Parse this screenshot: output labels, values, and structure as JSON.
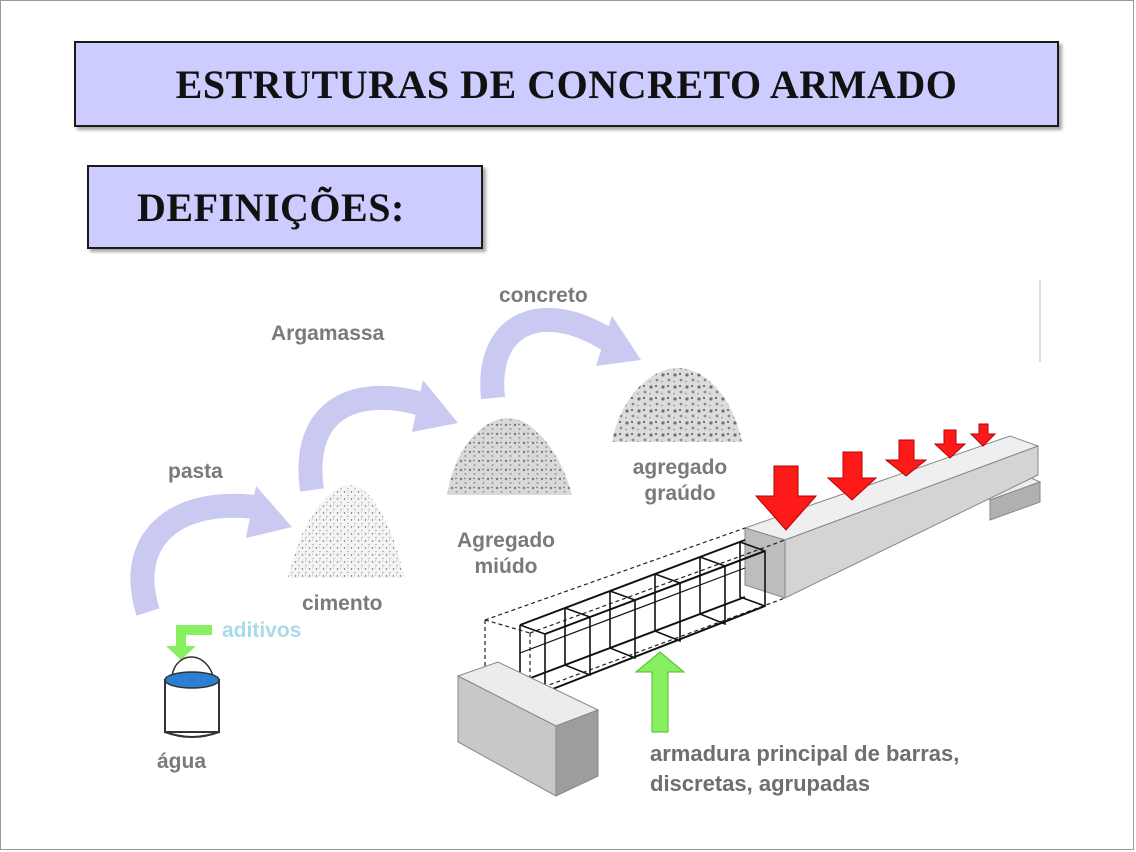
{
  "title": "ESTRUTURAS DE CONCRETO ARMADO",
  "subtitle": "DEFINIÇÕES:",
  "diagram": {
    "labels": {
      "concreto": "concreto",
      "argamassa": "Argamassa",
      "pasta": "pasta",
      "aditivos": "aditivos",
      "agua": "água",
      "cimento": "cimento",
      "agregado_miudo": [
        "Agregado",
        "miúdo"
      ],
      "agregado_graudo": [
        "agregado",
        "graúdo"
      ],
      "armadura": [
        "armadura principal de barras,",
        "discretas, agrupadas"
      ]
    },
    "colors": {
      "flow_arrow": "#c9c9f2",
      "load_arrow": "#ff1a1a",
      "reinforcement_arrow": "#88f060",
      "aditivos_arrow": "#88f060",
      "label_gray": "#7a7a7a",
      "aditivos_text": "#a9dbe6",
      "water": "#2a7fd4",
      "concrete": "#e2e2e2"
    }
  }
}
